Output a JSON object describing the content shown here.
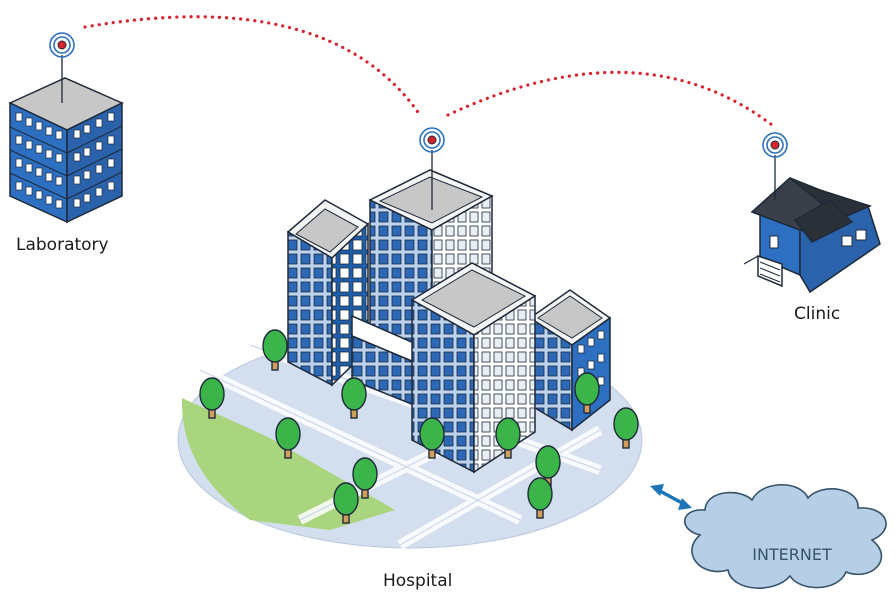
{
  "labels": {
    "laboratory": "Laboratory",
    "clinic": "Clinic",
    "hospital": "Hospital",
    "internet": "INTERNET"
  },
  "colors": {
    "link_dots": "#d9232f",
    "building_blue": "#2d6fc0",
    "roof_gray": "#c7c7c7",
    "tree_green": "#3bb54a",
    "grass_green": "#a9d57e",
    "ground": "#d3deee",
    "cloud": "#b6cfe6",
    "arrow": "#1b73b8"
  },
  "icons": [
    "antenna-icon",
    "bidirectional-arrow-icon",
    "cloud-icon",
    "tree-icon"
  ]
}
